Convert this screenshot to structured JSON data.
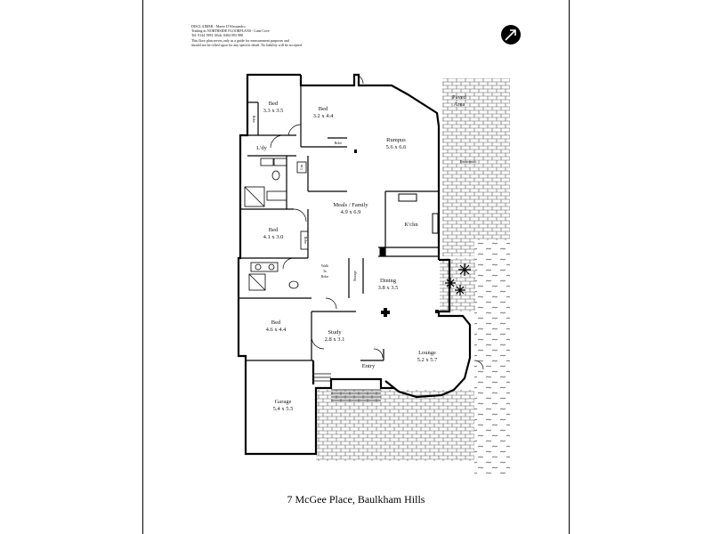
{
  "disclaimer": [
    "DISCLAIMER - Maree D'Alessandro",
    "Trading as NORTHSIDE FLOORPLANS - Lane Cove",
    "Tel: 9144 1993. Mob: 0404 093 988",
    "This floor plan serves only as a guide for measurement purposes and",
    "should not be relied upon for any specific detail. No liability will be accepted."
  ],
  "caption": "7 McGee Place, Baulkham Hills",
  "rooms": {
    "bed1": {
      "name": "Bed",
      "size": "3.3 x 3.5"
    },
    "bed2": {
      "name": "Bed",
      "size": "3.2 x 4.4"
    },
    "rumpus": {
      "name": "Rumpus",
      "size": "5.6 x 6.6"
    },
    "paved": {
      "name": "Paved",
      "name2": "Area"
    },
    "laundry": {
      "name": "L'dy"
    },
    "meals": {
      "name": "Meals / Family",
      "size": "4.9 x 6.9"
    },
    "kitchen": {
      "name": "K'chn"
    },
    "bed3": {
      "name": "Bed",
      "size": "4.1 x 3.0"
    },
    "dining": {
      "name": "Dining",
      "size": "3.8 x 3.5"
    },
    "bed4": {
      "name": "Bed",
      "size": "4.6 x 4.4"
    },
    "study": {
      "name": "Study",
      "size": "2.8 x 3.1"
    },
    "entry": {
      "name": "Entry"
    },
    "lounge": {
      "name": "Lounge",
      "size": "5.2 x 5.7"
    },
    "garage": {
      "name": "Garage",
      "size": "5.4 x 5.5"
    }
  },
  "small_labels": {
    "robe_bed1": "Robe",
    "robe_bed2": "Robe",
    "robe_bed3": "Robe",
    "linen": "Lin",
    "walk_in": [
      "Walk",
      "In",
      "Robe"
    ],
    "storage": "Storage",
    "underneath": "Underneath"
  }
}
